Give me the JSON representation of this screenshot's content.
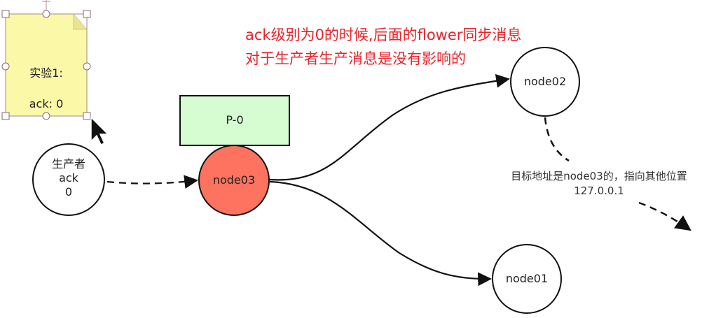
{
  "note": {
    "line1": "实验1:",
    "line2": "ack: 0"
  },
  "headline": {
    "line1": "ack级别为0的时候,后面的flower同步消息",
    "line2": "对于生产者生产消息是没有影响的"
  },
  "nodes": {
    "producer": {
      "line1": "生产者",
      "line2": "ack",
      "line3": "0"
    },
    "node03": "node03",
    "node02": "node02",
    "node01": "node01",
    "partition": "P-0"
  },
  "annotation": {
    "line1": "目标地址是node03的，指向其他位置",
    "line2": "127.0.0.1"
  },
  "colors": {
    "note_fill": "#fbf8a8",
    "node03_fill": "#fe7260",
    "partition_fill": "#d6fcd2",
    "headline_text": "#e8232a"
  }
}
